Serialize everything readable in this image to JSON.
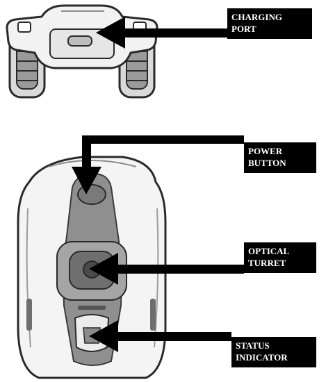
{
  "callouts": {
    "charging_port": {
      "line1": "CHARGING",
      "line2": "PORT"
    },
    "power_button": {
      "line1": "POWER",
      "line2": "BUTTON"
    },
    "optical_turret": {
      "line1": "OPTICAL",
      "line2": "TURRET"
    },
    "status_indicator": {
      "line1": "STATUS",
      "line2": "INDICATOR"
    }
  },
  "colors": {
    "arrow": "#000000",
    "device_outline": "#2a2a2a",
    "device_fill": "#f2f2f2",
    "device_shade": "#8c8c8c",
    "label_bg": "#000000",
    "label_text": "#ffffff"
  }
}
